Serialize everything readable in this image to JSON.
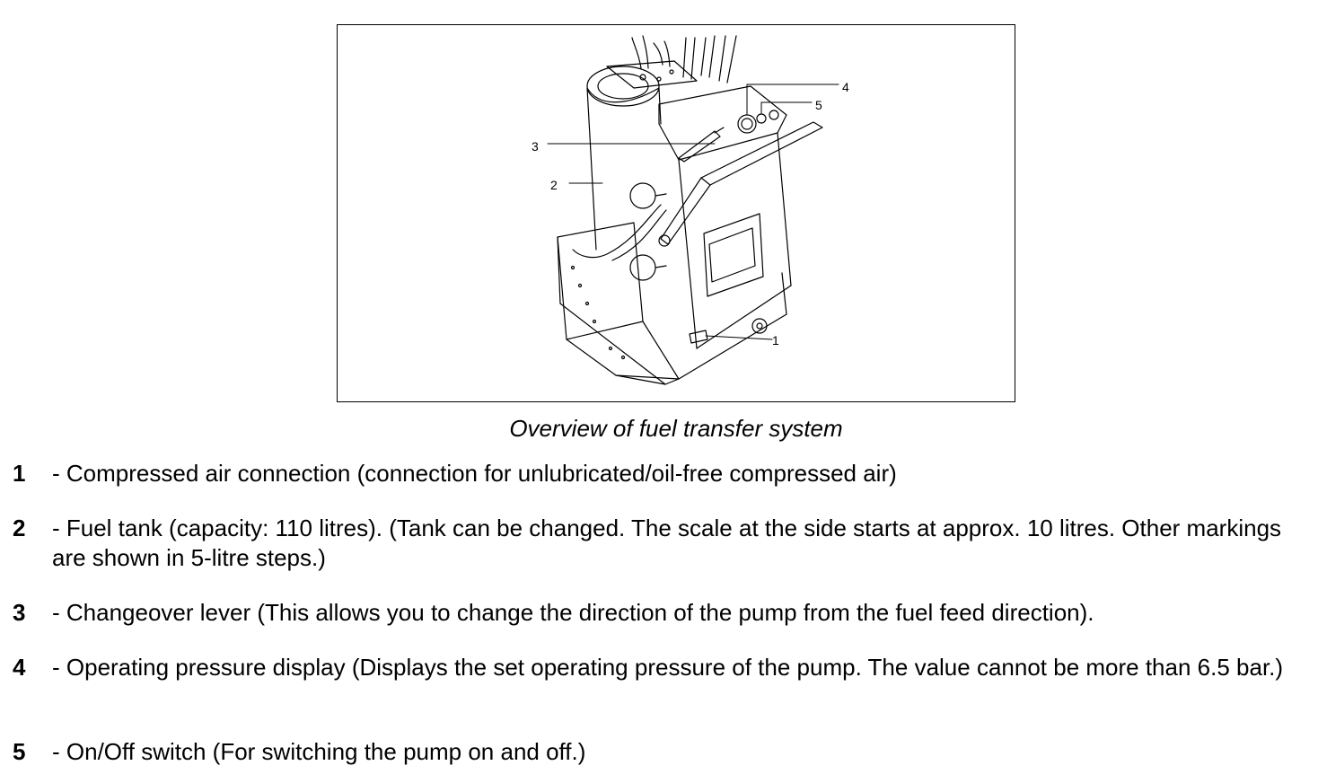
{
  "figure": {
    "caption": "Overview of fuel transfer system",
    "callouts": [
      "1",
      "2",
      "3",
      "4",
      "5"
    ]
  },
  "legend": [
    {
      "number": "1",
      "text": "- Compressed air connection (connection for unlubricated/oil-free compressed air)"
    },
    {
      "number": "2",
      "text": "- Fuel tank (capacity: 110 litres). (Tank can be changed. The scale at the side starts at approx. 10 litres. Other markings are shown in 5-litre steps.)"
    },
    {
      "number": "3",
      "text": "- Changeover lever (This allows you to change the direction of the pump from the fuel feed direction)."
    },
    {
      "number": "4",
      "text": "- Operating pressure display (Displays the set operating pressure of the pump. The value cannot be more than 6.5 bar.)"
    },
    {
      "number": "5",
      "text": "- On/Off switch (For switching the pump on and off.)"
    }
  ]
}
